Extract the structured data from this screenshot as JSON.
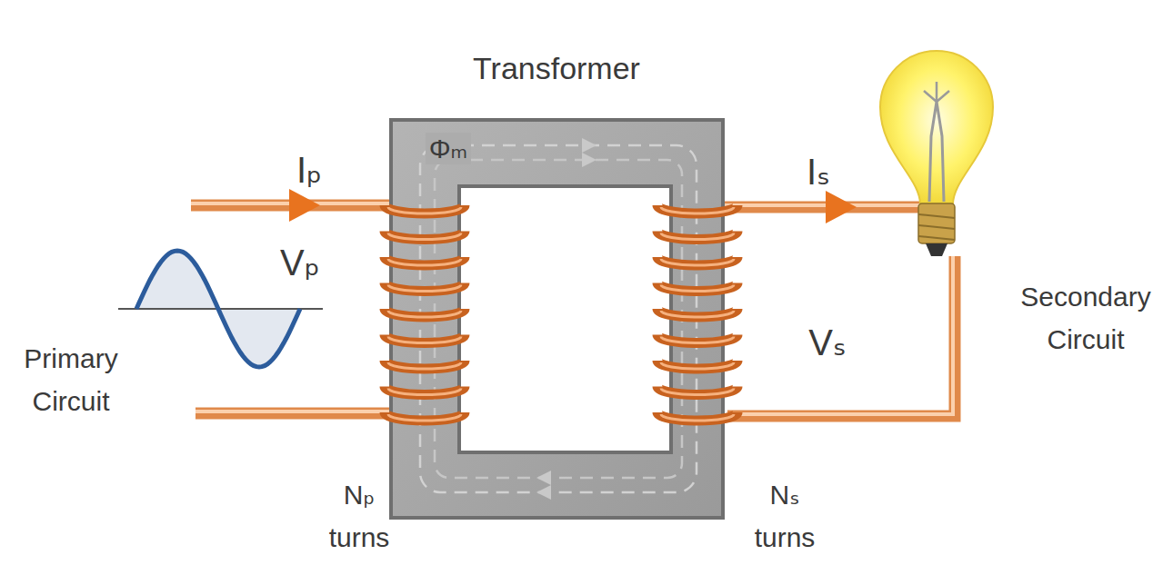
{
  "diagram": {
    "nodes": [
      {
        "text": [
          "Transformer",
          "Φₘ"
        ]
      }
    ],
    "labels": [
      "Iₚ",
      "Vₚ",
      "Primary Circuit",
      "Iₛ",
      "Vₛ",
      "Secondary Circuit",
      "Nₚ turns",
      "Nₛ turns"
    ]
  }
}
